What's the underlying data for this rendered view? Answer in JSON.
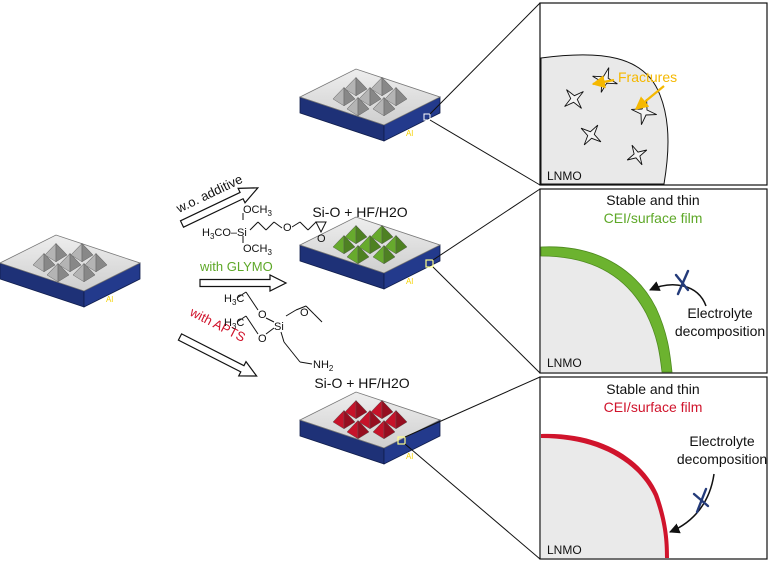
{
  "labels": {
    "substrate": "Al",
    "material": "LNMO",
    "fractures": "Fractures",
    "arrow_without": "w.o. additive",
    "arrow_glymo": "with GLYMO",
    "arrow_apts": "with APTS",
    "reaction_glymo": "Si-O + HF/H2O",
    "reaction_apts": "Si-O + HF/H2O",
    "stable_thin": "Stable and thin",
    "film_glymo": "CEI/surface film",
    "film_apts": "CEI/surface film",
    "electrolyte": "Electrolyte",
    "decomposition": "decomposition"
  },
  "glymo_structure": {
    "och3_top": "OCH",
    "och3_top_sub": "3",
    "h3co": "H",
    "h3co_sub": "3",
    "h3co_rest": "CO",
    "si": "Si",
    "och3_bottom": "OCH",
    "och3_bottom_sub": "3",
    "ether_o": "O",
    "epoxide_o": "O"
  },
  "apts_structure": {
    "h3c_top": "H",
    "h3c_top_sub": "3",
    "c_top": "C",
    "h3c_bottom": "H",
    "h3c_bottom_sub": "3",
    "c_bottom": "C",
    "o_top": "O",
    "o_bottom": "O",
    "o_right": "O",
    "si": "Si",
    "nh2": "NH",
    "nh2_sub": "2"
  },
  "colors": {
    "substrate_blue": "#233a8c",
    "top_gray": "#d9d9d9",
    "pyramid_gray": "#bdbdbd",
    "glymo_green": "#6cb32f",
    "apts_red": "#d0142c",
    "fracture_orange": "#f5b800",
    "x_mark_blue": "#243b7a",
    "al_yellow": "#f4d200"
  }
}
